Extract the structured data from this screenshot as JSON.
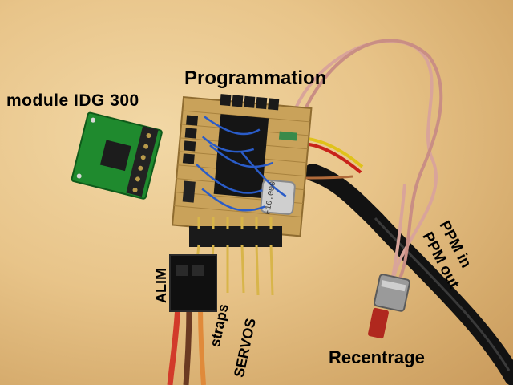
{
  "photo": {
    "labels": {
      "module": "module IDG 300",
      "programmation": "Programmation",
      "alim": "ALIM",
      "straps": "straps",
      "servos": "SERVOS",
      "ppm_in": "PPM in",
      "ppm_out": "PPM out",
      "recentrage": "Recentrage"
    },
    "chip_marking": "F10.000",
    "colors": {
      "background": "#e8c489",
      "module_pcb": "#1f8a2e",
      "stripboard": "#c9a25a",
      "wire_blue": "#2a5cc8",
      "cable_black": "#121212",
      "wire_pink": "#d9a49a"
    }
  }
}
